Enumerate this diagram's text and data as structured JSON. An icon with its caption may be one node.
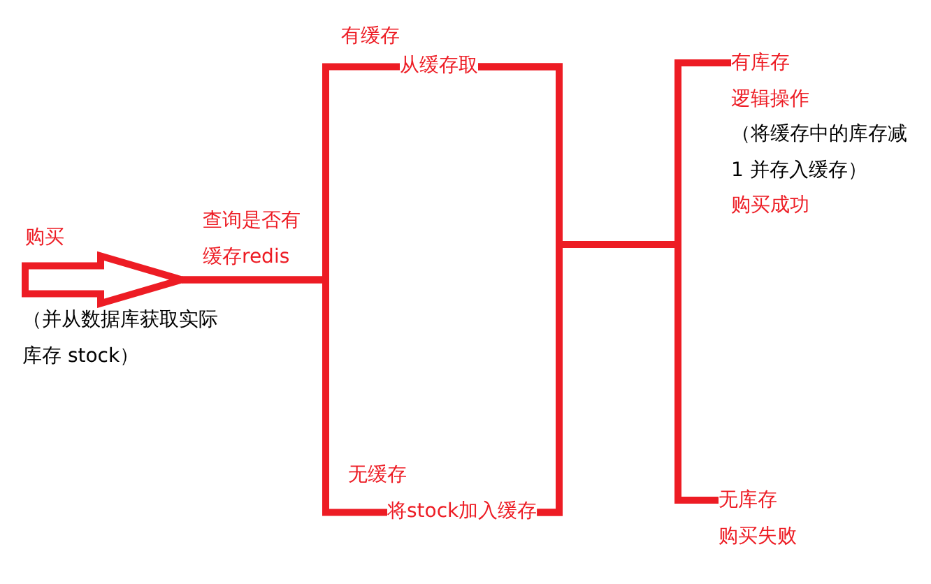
{
  "diagram": {
    "nodes": [
      {
        "text": [
          "查询是否有缓存redis"
        ]
      },
      {
        "text": [
          "从缓存取"
        ],
        "beside": [
          "有缓存"
        ]
      },
      {
        "text": [
          "将stock加入缓存"
        ],
        "beside": [
          "无缓存"
        ]
      },
      {
        "text": [
          "有库存",
          "逻辑操作",
          "（将缓存中的库存减 1 并存入缓存）",
          "购买成功"
        ]
      },
      {
        "text": [
          "无库存",
          "购买失败"
        ]
      }
    ],
    "edges": [
      {
        "from": null,
        "to": 0,
        "arrow": "to",
        "label": "购买",
        "style": "thick"
      },
      {
        "from": 0,
        "to": 1,
        "arrow": "none"
      },
      {
        "from": 0,
        "to": 2,
        "arrow": "none"
      },
      {
        "from": 1,
        "to": 3,
        "arrow": "none"
      },
      {
        "from": 1,
        "to": 4,
        "arrow": "none"
      },
      {
        "from": 2,
        "to": 3,
        "arrow": "none"
      },
      {
        "from": 2,
        "to": 4,
        "arrow": "none"
      }
    ],
    "labels": [
      "（并从数据库获取实际库存 stock）"
    ]
  }
}
